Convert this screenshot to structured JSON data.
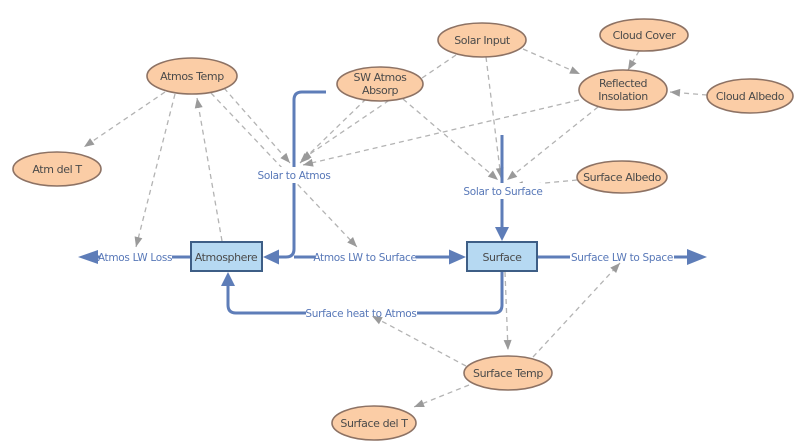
{
  "diagram": {
    "kind": "stock-and-flow climate model",
    "background": "#ffffff"
  },
  "colors": {
    "node_fill": "#fbcda6",
    "node_stroke": "#8d7264",
    "node_text": "#4a4a4a",
    "stock_fill": "#b6d9f2",
    "stock_stroke": "#3e5e86",
    "flow_blue": "#5e7db8",
    "flow_label_blue": "#5878b8",
    "influence_gray": "#b3b3b3",
    "influence_arrow_gray": "#9a9a9a"
  },
  "nodes": {
    "atmos_temp": {
      "label": "Atmos Temp"
    },
    "atm_del_t": {
      "label": "Atm del T"
    },
    "sw_atmos_absorp": {
      "line1": "SW Atmos",
      "line2": "Absorp"
    },
    "solar_input": {
      "label": "Solar Input"
    },
    "cloud_cover": {
      "label": "Cloud Cover"
    },
    "reflected_insolation": {
      "line1": "Reflected",
      "line2": "Insolation"
    },
    "cloud_albedo": {
      "label": "Cloud Albedo"
    },
    "surface_albedo": {
      "label": "Surface Albedo"
    },
    "surface_temp": {
      "label": "Surface Temp"
    },
    "surface_del_t": {
      "label": "Surface del T"
    }
  },
  "stocks": {
    "atmosphere": {
      "label": "Atmosphere"
    },
    "surface": {
      "label": "Surface"
    }
  },
  "flows": {
    "solar_to_atmos": "Solar to Atmos",
    "solar_to_surface": "Solar to Surface",
    "atmos_lw_loss": "Atmos LW Loss",
    "atmos_lw_to_surface": "Atmos LW to Surface",
    "surface_lw_to_space": "Surface LW to Space",
    "surface_heat_to_atmos": "Surface heat to Atmos"
  },
  "influences": [
    {
      "from": "Atmos Temp",
      "to": "Atm del T"
    },
    {
      "from": "Atmosphere",
      "to": "Atmos Temp"
    },
    {
      "from": "Atmos Temp",
      "to": "Atmos LW Loss"
    },
    {
      "from": "Atmos Temp",
      "to": "Atmos LW to Surface"
    },
    {
      "from": "Atmos Temp",
      "to": "Solar to Atmos"
    },
    {
      "from": "SW Atmos Absorp",
      "to": "Solar to Atmos"
    },
    {
      "from": "SW Atmos Absorp",
      "to": "Solar to Surface"
    },
    {
      "from": "Solar Input",
      "to": "Solar to Atmos"
    },
    {
      "from": "Solar Input",
      "to": "Solar to Surface"
    },
    {
      "from": "Solar Input",
      "to": "Reflected Insolation"
    },
    {
      "from": "Cloud Cover",
      "to": "Reflected Insolation"
    },
    {
      "from": "Cloud Albedo",
      "to": "Reflected Insolation"
    },
    {
      "from": "Reflected Insolation",
      "to": "Solar to Atmos"
    },
    {
      "from": "Reflected Insolation",
      "to": "Solar to Surface"
    },
    {
      "from": "Surface Albedo",
      "to": "Solar to Surface"
    },
    {
      "from": "Surface",
      "to": "Surface Temp"
    },
    {
      "from": "Surface Temp",
      "to": "Surface del T"
    },
    {
      "from": "Surface Temp",
      "to": "Surface heat to Atmos"
    },
    {
      "from": "Surface Temp",
      "to": "Surface LW to Space"
    }
  ]
}
